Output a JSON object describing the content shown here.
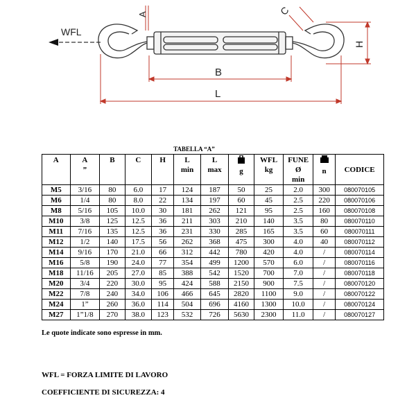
{
  "drawing": {
    "wfl_label": "WFL",
    "dim_labels": {
      "a": "A",
      "b": "B",
      "c": "C",
      "h": "H",
      "l": "L"
    },
    "dimension_color": "#c0392b"
  },
  "table": {
    "title": "TABELLA “A”",
    "headers": {
      "a": "A",
      "a_inch_top": "A",
      "a_inch_bottom": "”",
      "b": "B",
      "c": "C",
      "h": "H",
      "lmin_top": "L",
      "lmin_bottom": "min",
      "lmax_top": "L",
      "lmax_bottom": "max",
      "g": "g",
      "wfl_top": "WFL",
      "wfl_bottom": "kg",
      "fune_top": "FUNE",
      "fune_mid": "Ø",
      "fune_bottom": "min",
      "n": "n",
      "code": "CODICE"
    },
    "rows": [
      [
        "M5",
        "3/16",
        "80",
        "6.0",
        "17",
        "124",
        "187",
        "50",
        "25",
        "2.0",
        "300",
        "080070105"
      ],
      [
        "M6",
        "1/4",
        "80",
        "8.0",
        "22",
        "134",
        "197",
        "60",
        "45",
        "2.5",
        "220",
        "080070106"
      ],
      [
        "M8",
        "5/16",
        "105",
        "10.0",
        "30",
        "181",
        "262",
        "121",
        "95",
        "2.5",
        "160",
        "080070108"
      ],
      [
        "M10",
        "3/8",
        "125",
        "12.5",
        "36",
        "211",
        "303",
        "210",
        "140",
        "3.5",
        "80",
        "080070110"
      ],
      [
        "M11",
        "7/16",
        "135",
        "12.5",
        "36",
        "231",
        "330",
        "285",
        "165",
        "3.5",
        "60",
        "080070111"
      ],
      [
        "M12",
        "1/2",
        "140",
        "17.5",
        "56",
        "262",
        "368",
        "475",
        "300",
        "4.0",
        "40",
        "080070112"
      ],
      [
        "M14",
        "9/16",
        "170",
        "21.0",
        "66",
        "312",
        "442",
        "780",
        "420",
        "4.0",
        "/",
        "080070114"
      ],
      [
        "M16",
        "5/8",
        "190",
        "24.0",
        "77",
        "354",
        "499",
        "1200",
        "570",
        "6.0",
        "/",
        "080070116"
      ],
      [
        "M18",
        "11/16",
        "205",
        "27.0",
        "85",
        "388",
        "542",
        "1520",
        "700",
        "7.0",
        "/",
        "080070118"
      ],
      [
        "M20",
        "3/4",
        "220",
        "30.0",
        "95",
        "424",
        "588",
        "2150",
        "900",
        "7.5",
        "/",
        "080070120"
      ],
      [
        "M22",
        "7/8",
        "240",
        "34.0",
        "106",
        "466",
        "645",
        "2820",
        "1100",
        "9.0",
        "/",
        "080070122"
      ],
      [
        "M24",
        "1”",
        "260",
        "36.0",
        "114",
        "504",
        "696",
        "4160",
        "1300",
        "10.0",
        "/",
        "080070124"
      ],
      [
        "M27",
        "1”1/8",
        "270",
        "38.0",
        "123",
        "532",
        "726",
        "5630",
        "2300",
        "11.0",
        "/",
        "080070127"
      ]
    ]
  },
  "notes": {
    "units": "Le quote indicate sono espresse in mm.",
    "wfl_definition": "WFL = FORZA LIMITE DI  LAVORO",
    "safety_factor": "COEFFICIENTE DI SICUREZZA: 4"
  }
}
